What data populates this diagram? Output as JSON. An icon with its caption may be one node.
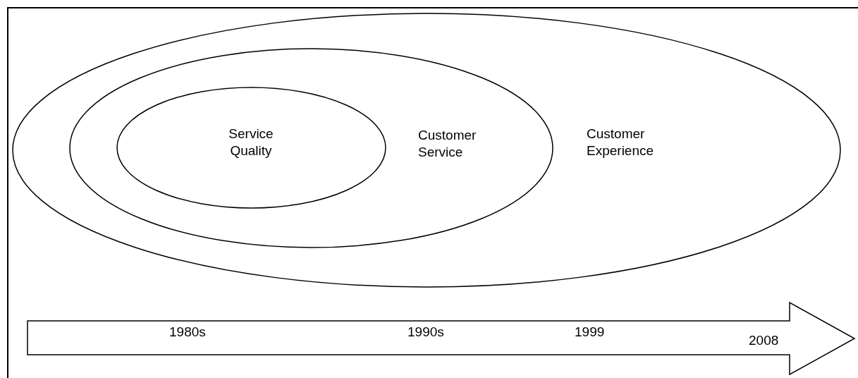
{
  "diagram": {
    "nodes": [
      {
        "text": [
          "Customer Experience"
        ]
      },
      {
        "text": [
          "Customer Service"
        ],
        "in": 0
      },
      {
        "text": [
          "Service Quality"
        ],
        "in": 1
      },
      {
        "text": [
          "1980s",
          "1990s",
          "1999",
          "2008"
        ]
      }
    ]
  }
}
